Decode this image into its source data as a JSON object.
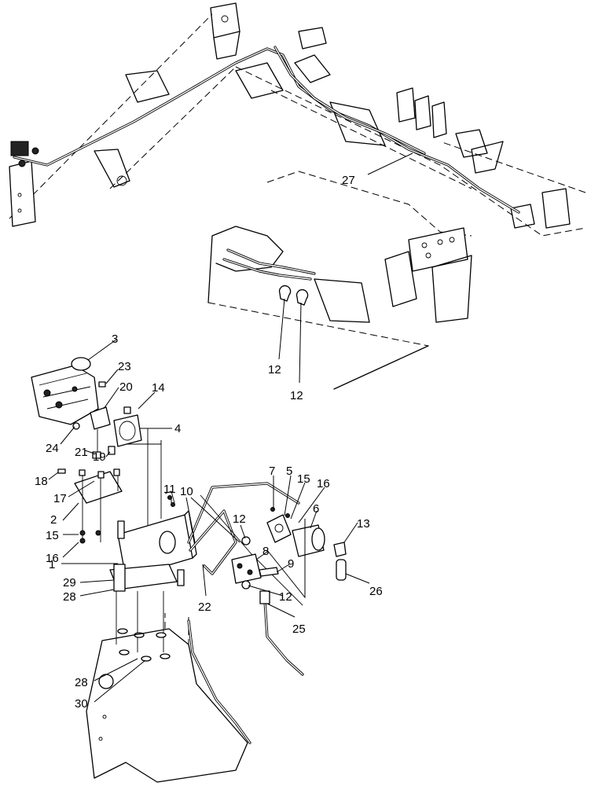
{
  "callouts": [
    {
      "id": "c1",
      "text": "1"
    },
    {
      "id": "c2",
      "text": "2"
    },
    {
      "id": "c3",
      "text": "3"
    },
    {
      "id": "c4",
      "text": "4"
    },
    {
      "id": "c5",
      "text": "5"
    },
    {
      "id": "c6",
      "text": "6"
    },
    {
      "id": "c7",
      "text": "7"
    },
    {
      "id": "c8",
      "text": "8"
    },
    {
      "id": "c9",
      "text": "9"
    },
    {
      "id": "c10",
      "text": "10"
    },
    {
      "id": "c11",
      "text": "11"
    },
    {
      "id": "c12a",
      "text": "12"
    },
    {
      "id": "c12b",
      "text": "12"
    },
    {
      "id": "c12c",
      "text": "12"
    },
    {
      "id": "c12d",
      "text": "12"
    },
    {
      "id": "c13",
      "text": "13"
    },
    {
      "id": "c14",
      "text": "14"
    },
    {
      "id": "c15a",
      "text": "15"
    },
    {
      "id": "c15b",
      "text": "15"
    },
    {
      "id": "c16a",
      "text": "16"
    },
    {
      "id": "c16b",
      "text": "16"
    },
    {
      "id": "c17",
      "text": "17"
    },
    {
      "id": "c18",
      "text": "18"
    },
    {
      "id": "c19",
      "text": "19"
    },
    {
      "id": "c20",
      "text": "20"
    },
    {
      "id": "c21",
      "text": "21"
    },
    {
      "id": "c22",
      "text": "22"
    },
    {
      "id": "c23",
      "text": "23"
    },
    {
      "id": "c24",
      "text": "24"
    },
    {
      "id": "c25",
      "text": "25"
    },
    {
      "id": "c26",
      "text": "26"
    },
    {
      "id": "c27",
      "text": "27"
    },
    {
      "id": "c28a",
      "text": "28"
    },
    {
      "id": "c28b",
      "text": "28"
    },
    {
      "id": "c29",
      "text": "29"
    },
    {
      "id": "c30",
      "text": "30"
    }
  ]
}
